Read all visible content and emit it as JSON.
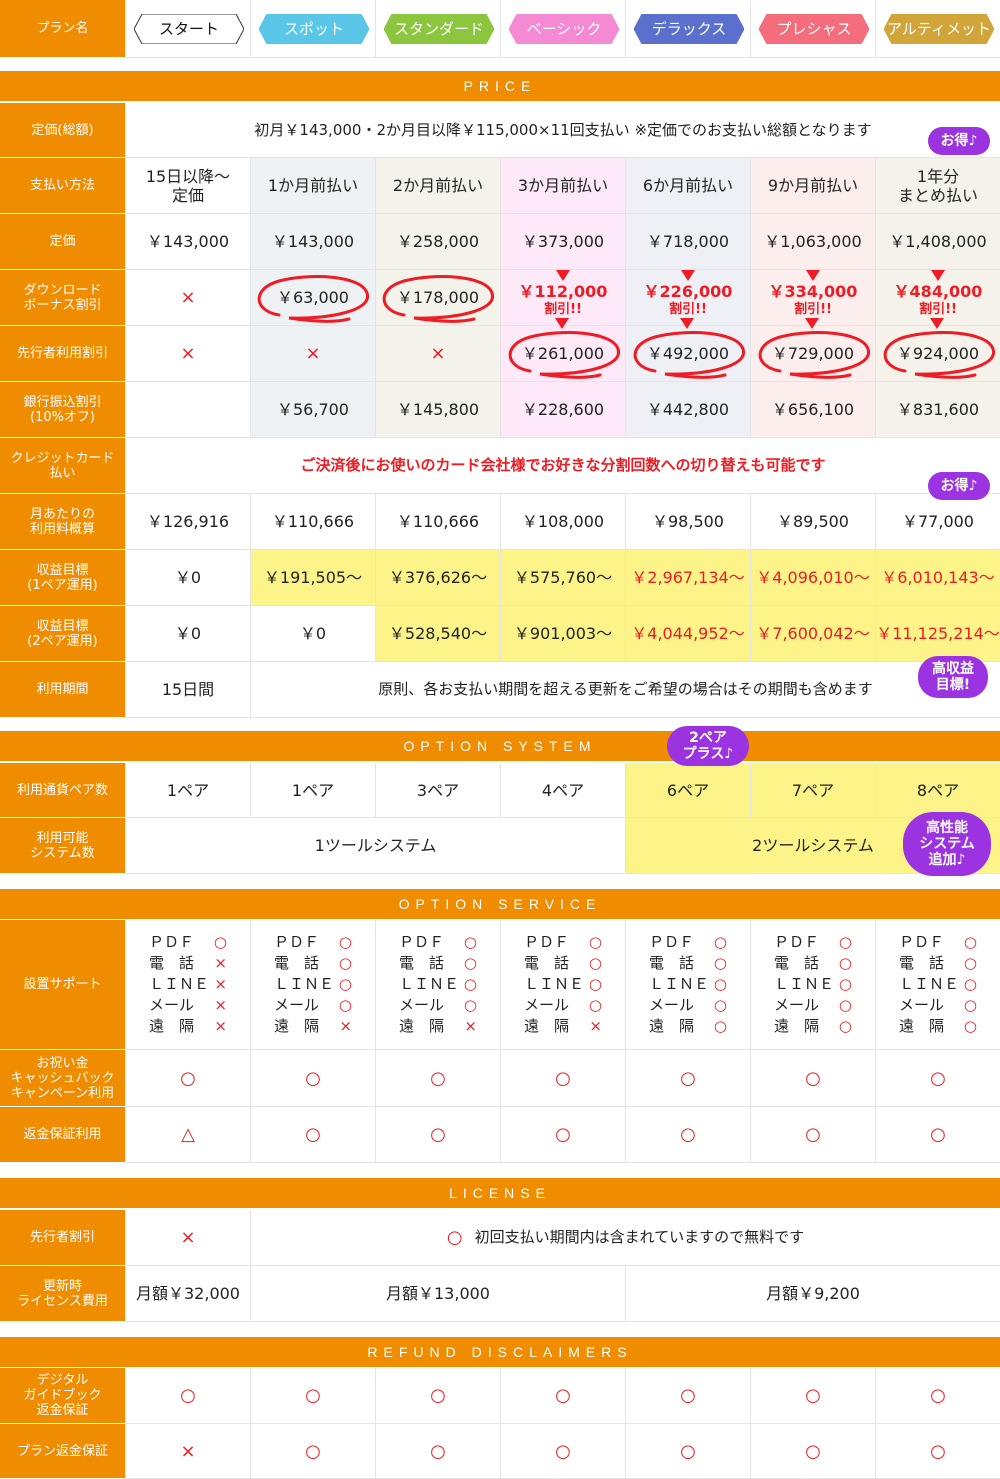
{
  "plan_header": {
    "label": "プラン名",
    "plans": [
      "スタート",
      "スポット",
      "スタンダード",
      "ベーシック",
      "デラックス",
      "プレシャス",
      "アルティメット"
    ],
    "plan_colors": [
      "#ffffff",
      "#5bc7e8",
      "#8cc63e",
      "#f58ad4",
      "#5a70cc",
      "#f36d7d",
      "#d2a53a"
    ]
  },
  "price": {
    "title": "PRICE",
    "list_price_label": "定価(総額)",
    "list_price_text": "初月￥143,000・2か月目以降￥115,000×11回支払い ※定価でのお支払い総額となります",
    "payment_label": "支払い方法",
    "payment_methods": [
      "15日以降〜\n定価",
      "1か月前払い",
      "2か月前払い",
      "3か月前払い",
      "6か月前払い",
      "9か月前払い",
      "1年分\nまとめ払い"
    ],
    "teika_label": "定価",
    "teika": [
      "￥143,000",
      "￥143,000",
      "￥258,000",
      "￥373,000",
      "￥718,000",
      "￥1,063,000",
      "￥1,408,000"
    ],
    "download_label": "ダウンロード\nボーナス割引",
    "download_values": [
      "×",
      "￥63,000",
      "￥178,000",
      "￥112,000",
      "￥226,000",
      "￥334,000",
      "￥484,000"
    ],
    "discount_tag": "割引!!",
    "pioneer_label": "先行者利用割引",
    "pioneer_values": [
      "×",
      "×",
      "×",
      "￥261,000",
      "￥492,000",
      "￥729,000",
      "￥924,000"
    ],
    "bank_label": "銀行振込割引\n(10%オフ)",
    "bank_values": [
      "",
      "￥56,700",
      "￥145,800",
      "￥228,600",
      "￥442,800",
      "￥656,100",
      "￥831,600"
    ],
    "card_label": "クレジットカード\n払い",
    "card_text": "ご決済後にお使いのカード会社様でお好きな分割回数への切り替えも可能です",
    "monthly_label": "月あたりの\n利用料概算",
    "monthly_values": [
      "￥126,916",
      "￥110,666",
      "￥110,666",
      "￥108,000",
      "￥98,500",
      "￥89,500",
      "￥77,000"
    ],
    "profit1_label": "収益目標\n(1ペア運用)",
    "profit1_values": [
      "￥0",
      "￥191,505〜",
      "￥376,626〜",
      "￥575,760〜",
      "￥2,967,134〜",
      "￥4,096,010〜",
      "￥6,010,143〜"
    ],
    "profit2_label": "収益目標\n(2ペア運用)",
    "profit2_values": [
      "￥0",
      "￥0",
      "￥528,540〜",
      "￥901,003〜",
      "￥4,044,952〜",
      "￥7,600,042〜",
      "￥11,125,214〜"
    ],
    "period_label": "利用期間",
    "period_start": "15日間",
    "period_text": "原則、各お支払い期間を超える更新をご希望の場合はその期間も含めます",
    "bubble_otoku": "お得♪",
    "bubble_high": "高収益\n目標!"
  },
  "option_system": {
    "title": "OPTION SYSTEM",
    "pairs_label": "利用通貨ペア数",
    "pairs": [
      "1ペア",
      "1ペア",
      "3ペア",
      "4ペア",
      "6ペア",
      "7ペア",
      "8ペア"
    ],
    "systems_label": "利用可能\nシステム数",
    "system_one": "1ツールシステム",
    "system_two": "2ツールシステム",
    "bubble_pair": "2ペア\nプラス♪",
    "bubble_system": "高性能\nシステム\n追加♪"
  },
  "option_service": {
    "title": "OPTION SERVICE",
    "setup_label": "設置サポート",
    "setup_items": [
      "ＰＤＦ",
      "電　話",
      "ＬＩＮＥ",
      "メール",
      "遠　隔"
    ],
    "setup_marks": [
      [
        "○",
        "×",
        "×",
        "×",
        "×"
      ],
      [
        "○",
        "○",
        "○",
        "○",
        "×"
      ],
      [
        "○",
        "○",
        "○",
        "○",
        "×"
      ],
      [
        "○",
        "○",
        "○",
        "○",
        "×"
      ],
      [
        "○",
        "○",
        "○",
        "○",
        "○"
      ],
      [
        "○",
        "○",
        "○",
        "○",
        "○"
      ],
      [
        "○",
        "○",
        "○",
        "○",
        "○"
      ]
    ],
    "cashback_label": "お祝い金\nキャッシュバック\nキャンペーン利用",
    "cashback_marks": [
      "○",
      "○",
      "○",
      "○",
      "○",
      "○",
      "○"
    ],
    "refund_label": "返金保証利用",
    "refund_marks": [
      "△",
      "○",
      "○",
      "○",
      "○",
      "○",
      "○"
    ]
  },
  "license": {
    "title": "LICENSE",
    "pioneer_label": "先行者割引",
    "pioneer_start": "×",
    "pioneer_mark": "○",
    "pioneer_text": "初回支払い期間内は含まれていますので無料です",
    "renew_label": "更新時\nライセンス費用",
    "renew_start": "月額￥32,000",
    "renew_mid": "月額￥13,000",
    "renew_high": "月額￥9,200"
  },
  "refund": {
    "title": "REFUND DISCLAIMERS",
    "guide_label": "デジタル\nガイドブック\n返金保証",
    "guide_marks": [
      "○",
      "○",
      "○",
      "○",
      "○",
      "○",
      "○"
    ],
    "plan_label": "プラン返金保証",
    "plan_marks": [
      "×",
      "○",
      "○",
      "○",
      "○",
      "○",
      "○"
    ]
  }
}
